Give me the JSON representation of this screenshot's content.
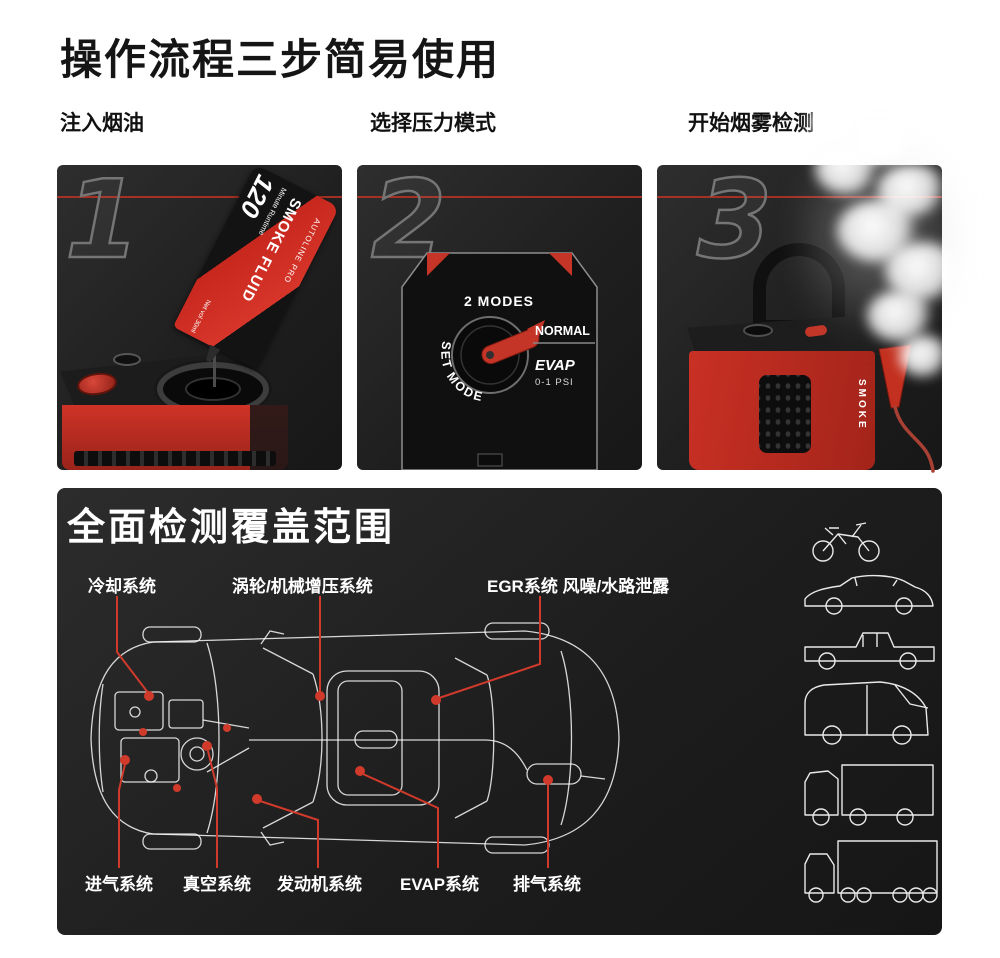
{
  "colors": {
    "accent": "#c43427",
    "card_background": "#222222",
    "page_background": "#ffffff",
    "text_light": "#ffffff",
    "text_dark": "#151515"
  },
  "header": {
    "title": "操作流程三步简易使用"
  },
  "steps": [
    {
      "number": "1",
      "label": "注入烟油"
    },
    {
      "number": "2",
      "label": "选择压力模式"
    },
    {
      "number": "3",
      "label": "开始烟雾检测"
    }
  ],
  "fluid_bottle": {
    "brand": "SMOKE FLUID",
    "series": "AUTOLINE PRO",
    "runtime_value": "120",
    "runtime_unit": "Minute Runtime",
    "net_volume": "Net vol 30ml"
  },
  "mode_panel": {
    "modes_title": "2 MODES",
    "dial_label": "SET MODE",
    "mode_normal": "NORMAL",
    "mode_evap": "EVAP",
    "evap_pressure": "0-1 PSI"
  },
  "smoke_machine": {
    "side_label": "SMOKE"
  },
  "coverage": {
    "title": "全面检测覆盖范围",
    "top_labels": [
      "冷却系统",
      "涡轮/机械增压系统",
      "EGR系统 风噪/水路泄露"
    ],
    "bottom_labels": [
      "进气系统",
      "真空系统",
      "发动机系统",
      "EVAP系统",
      "排气系统"
    ],
    "vehicles": [
      "motorcycle",
      "sedan",
      "pickup-truck",
      "van",
      "box-truck",
      "semi-truck"
    ]
  }
}
